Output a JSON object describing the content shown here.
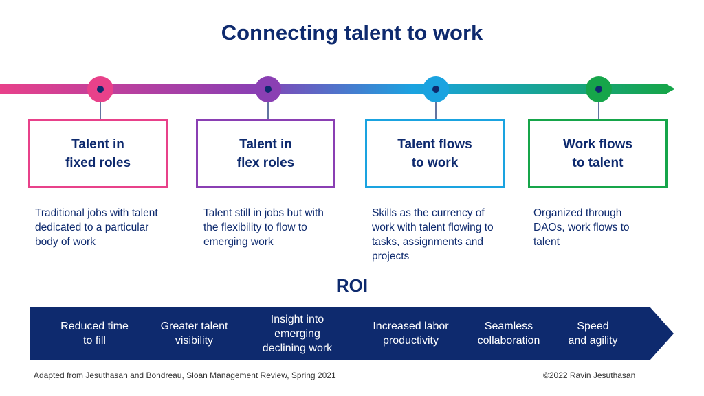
{
  "title": "Connecting talent to work",
  "colors": {
    "navy": "#0e2a6e",
    "pink": "#e8418a",
    "purple": "#8a3fb3",
    "blue": "#1aa3e0",
    "green": "#16a54a",
    "arrow_fill": "#0e2a6e"
  },
  "stages": [
    {
      "title": "Talent in\nfixed roles",
      "description": "Traditional jobs with talent dedicated to a particular body of work"
    },
    {
      "title": "Talent in\nflex roles",
      "description": "Talent still in jobs but with the flexibility to flow to emerging work"
    },
    {
      "title": "Talent flows\nto work",
      "description": "Skills as the currency of work with talent flowing to tasks, assignments and projects"
    },
    {
      "title": "Work flows\nto talent",
      "description": "Organized through DAOs, work flows to talent"
    }
  ],
  "roi": {
    "heading": "ROI",
    "items": [
      "Reduced time\nto fill",
      "Greater talent\nvisibility",
      "Insight into\nemerging\ndeclining work",
      "Increased labor\nproductivity",
      "Seamless\ncollaboration",
      "Speed\nand agility"
    ]
  },
  "footer": {
    "source": "Adapted from Jesuthasan and Bondreau, Sloan Management Review, Spring 2021",
    "copyright": "©2022 Ravin Jesuthasan"
  }
}
